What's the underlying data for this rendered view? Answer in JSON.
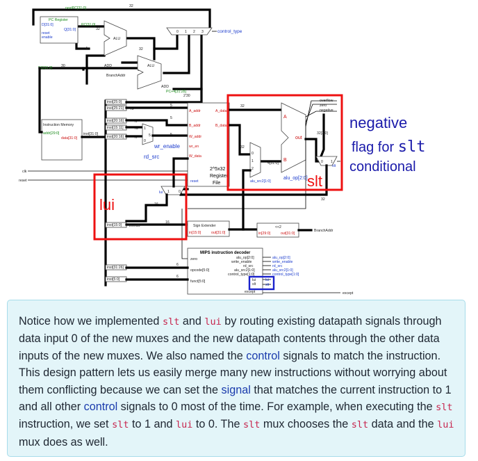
{
  "diagram": {
    "callouts": {
      "negative_line1": "negative",
      "negative_line2_a": "flag for ",
      "negative_line2_b": "slt",
      "negative_line3": "conditional",
      "slt": "slt",
      "lui": "lui"
    },
    "labels": {
      "nextPC": "nextPC[31:0]",
      "pc_register": "PC Register",
      "pc_d": "D[31:0]",
      "pc_q": "Q[31:0]",
      "reset_port": "reset",
      "enable_port": "enable",
      "pc_bits": "PC[31:0]",
      "pc_slice": "PC[31:2]",
      "n30": "30",
      "n32a": "32",
      "n32b": "32",
      "n4": "4",
      "alu": "ALU",
      "add": "ADD",
      "branch_addr": "BranchAddr",
      "pc4": "PC+4[31:28]",
      "n2_30": "2'30",
      "mux3_0": "0",
      "mux3_1": "1",
      "mux3_2": "2",
      "mux3_3": "3",
      "control_type": "control_type",
      "inst_25_0": "inst[25:0]",
      "inst_25_21": "inst[25:21]",
      "inst_20_16a": "inst[20:16]",
      "inst_15_11": "inst[15:11]",
      "inst_20_16b": "inst[20:16]",
      "inst_31_0": "inst[31:0]",
      "rs": "rs",
      "rt": "rt",
      "rd": "rd",
      "mux_1": "1",
      "mux_5": "5",
      "mux_0": "0",
      "instruction_memory": "Instruction Memory",
      "im_addr": "addr[29:0]",
      "im_data": "data[31:0]",
      "wr_enable": "wr_enable",
      "rd_src": "rd_src",
      "a_addr": "A_addr",
      "b_addr": "B_addr",
      "w_addr": "W_addr",
      "wr_enable_port": "wr_en",
      "w_data": "W_data",
      "a_data": "A_data",
      "b_data": "B_data",
      "regfile_l1": "2^5x32",
      "regfile_l2": "Register",
      "regfile_l3": "File",
      "regfile_reset": "reset",
      "clk": "clk",
      "reset": "reset",
      "alu_a": "A",
      "alu_b": "B",
      "alu_out": "out",
      "alu_op": "alu_op[2:0]",
      "overflow": "overflow",
      "zero": "zero",
      "negative": "negative",
      "alu_src2": "alu_src2[1:0]",
      "slice_3": "32[3:0]",
      "slice_4": "4[31:0]",
      "slt_mux_0": "0",
      "slt_mux_1": "1",
      "slt_label_small": "slt",
      "lui_label_small": "lui",
      "lui_mux_1": "1",
      "lui_mux_0": "0",
      "lui_mux_ctl": "16",
      "inst_15_0": "inst[15:0]",
      "imm16": "imm16",
      "n16": "16",
      "sign_extender": "Sign Extender",
      "se_in": "in[15:0]",
      "se_out": "out[31:0]",
      "shl2": "<<2",
      "sh_in": "in[29:0]",
      "sh_out": "out[31:0]",
      "branch_addr2": "BranchAddr",
      "decoder_title": "MIPS instruction decoder",
      "dec_zero": "zero",
      "dec_opcode": "opcode[5:0]",
      "dec_funct": "funct[5:0]",
      "dec_aluop": "alu_op[2:0]",
      "dec_write_enable": "write_enable",
      "dec_rd_src": "rd_src",
      "dec_alu_src2": "alu_src2[1:0]",
      "dec_control_type": "control_type[1:0]",
      "dec_lui": "lui",
      "dec_slt": "slt",
      "dec_except": "except",
      "except": "except",
      "inst_31_26": "inst[31:26]",
      "inst_5_0": "inst[5:0]",
      "n6a": "6",
      "n6b": "6",
      "n5a": "5",
      "n5b": "5",
      "n5c": "5"
    }
  },
  "note": {
    "p1": "Notice how we implemented ",
    "c1": "slt",
    "p2": " and ",
    "c2": "lui",
    "p3": " by routing existing datapath signals through data input 0 of the new muxes and the new datapath contents through the other data inputs of the new muxes. We also named the ",
    "k1": "control",
    "p4": " signals to match the instruction. This design pattern lets us easily merge many new instructions without worrying about them conflicting because we can set the ",
    "k2": "signal",
    "p5": " that matches the current instruction to 1 and all other ",
    "k3": "control",
    "p6": " signals to 0 most of the time. For example, when executing the ",
    "c3": "slt",
    "p7": " instruction, we set ",
    "c4": "slt",
    "p8": " to 1 and ",
    "c5": "lui",
    "p9": " to 0. The ",
    "c6": "slt",
    "p10": " mux chooses the ",
    "c7": "slt",
    "p11": " data and the ",
    "c8": "lui",
    "p12": " mux does as well."
  }
}
